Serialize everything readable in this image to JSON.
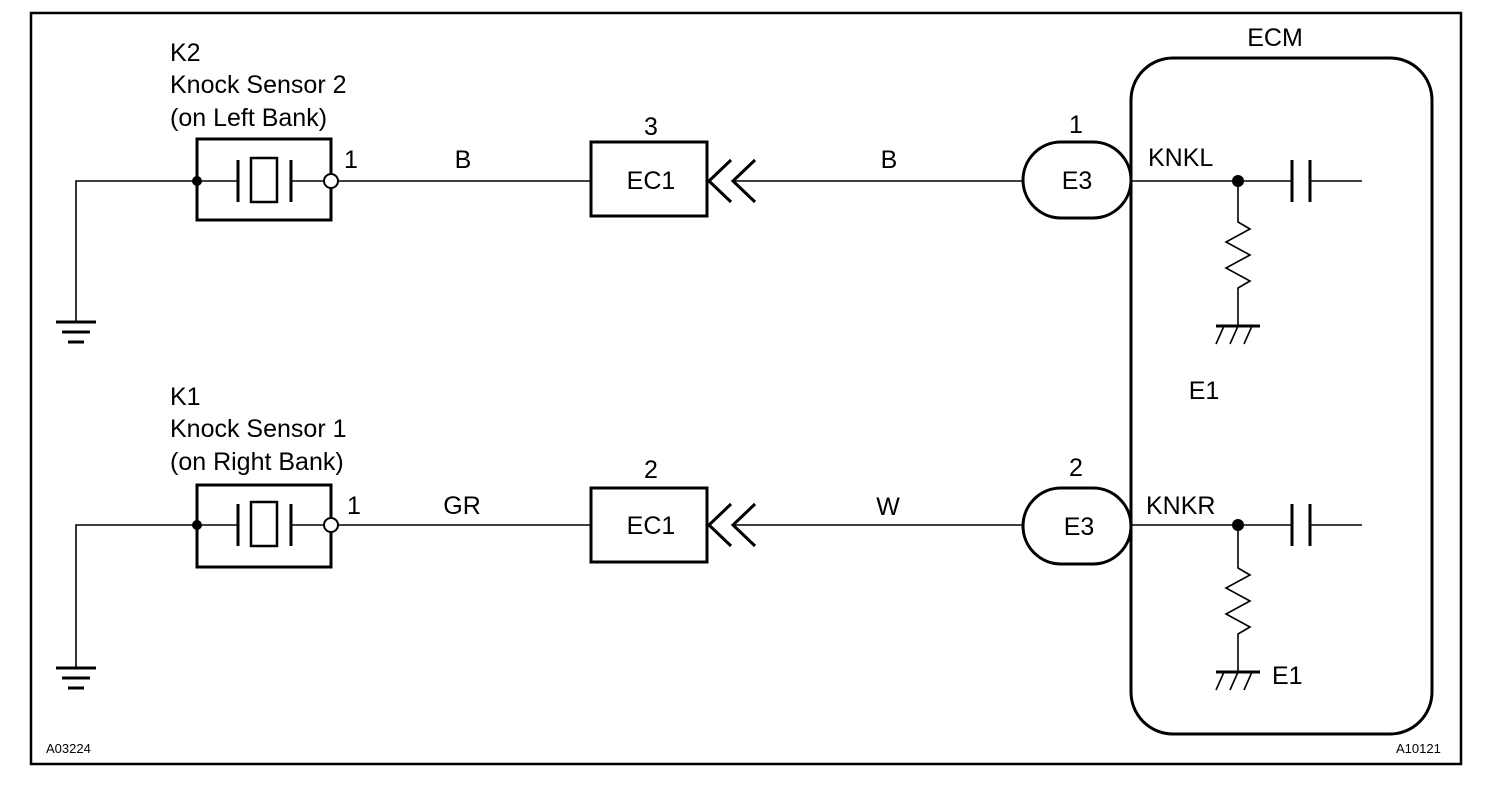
{
  "frame": {
    "left_code": "A03224",
    "right_code": "A10121"
  },
  "sensor2": {
    "id": "K2",
    "name": "Knock Sensor 2",
    "location": "(on Left Bank)",
    "pin": "1",
    "wire_color": "B"
  },
  "sensor1": {
    "id": "K1",
    "name": "Knock Sensor 1",
    "location": "(on Right Bank)",
    "pin": "1",
    "wire_color": "GR"
  },
  "connector_top": {
    "name": "EC1",
    "pin": "3",
    "wire_color": "B"
  },
  "connector_bottom": {
    "name": "EC1",
    "pin": "2",
    "wire_color": "W"
  },
  "ecm_conn_top": {
    "name": "E3",
    "pin": "1",
    "signal": "KNKL"
  },
  "ecm_conn_bottom": {
    "name": "E3",
    "pin": "2",
    "signal": "KNKR"
  },
  "ecm": {
    "title": "ECM",
    "ground_mid": "E1",
    "ground_bottom": "E1"
  }
}
